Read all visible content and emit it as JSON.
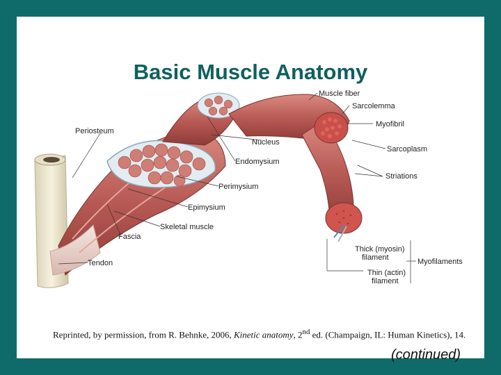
{
  "slide": {
    "title": "Basic Muscle Anatomy",
    "credit": {
      "prefix": "Reprinted, by permission, from R. Behnke, 2006, ",
      "book": "Kinetic anatomy",
      "edition": ", 2",
      "sup": "nd",
      "suffix": " ed. (Champaign, IL: Human Kinetics), 14."
    },
    "continued": "(continued)"
  },
  "figure": {
    "labels": {
      "muscle_fiber": "Muscle fiber",
      "sarcolemma": "Sarcolemma",
      "myofibril": "Myofibril",
      "periosteum": "Periosteum",
      "nucleus": "Nucleus",
      "sarcoplasm": "Sarcoplasm",
      "endomysium": "Endomysium",
      "striations": "Striations",
      "perimysium": "Perimysium",
      "epimysium": "Epimysium",
      "skeletal_muscle": "Skeletal muscle",
      "fascia": "Fascia",
      "tendon": "Tendon",
      "thick_line1": "Thick (myosin)",
      "thick_line2": "filament",
      "thin_line1": "Thin (actin)",
      "thin_line2": "filament",
      "myofilaments": "Myofilaments"
    },
    "colors": {
      "muscle": "#b85a55",
      "muscle_dark": "#8e3b37",
      "muscle_light": "#d98a80",
      "bone": "#efe8cf",
      "fascicle": "#cfdde6"
    }
  }
}
